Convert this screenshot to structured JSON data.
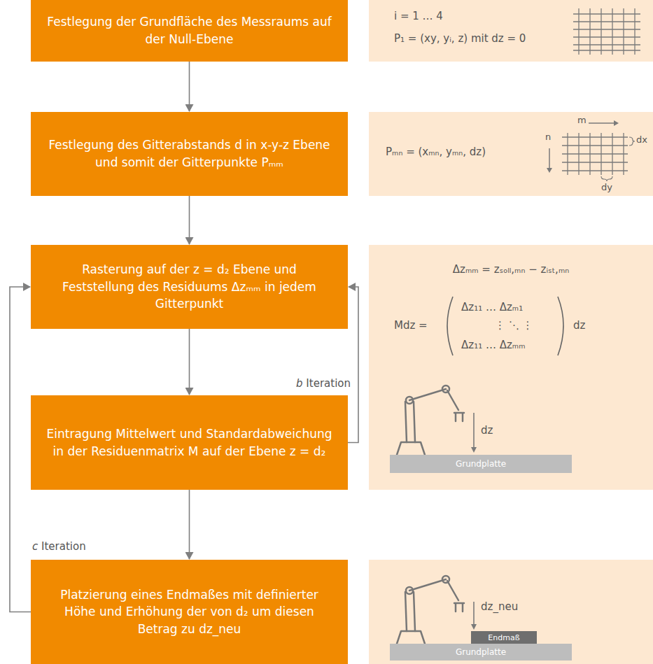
{
  "diagram": {
    "nodes": [
      {
        "text": [
          "Festlegung der Grundfläche des Messraums auf der Null-Ebene"
        ]
      },
      {
        "text": [
          "i = 1 … 4",
          "P₁ = (xy, yᵢ, z) mit dz = 0"
        ]
      },
      {
        "text": [
          "Festlegung des Gitterabstands d in x-y-z Ebene und somit der Gitterpunkte Pₘₘ"
        ]
      },
      {
        "text": [
          "Pₘₙ = (xₘₙ, yₘₙ, dz)",
          "m",
          "n",
          "dx",
          "dy"
        ]
      },
      {
        "text": [
          "Rasterung auf der z = d₂ Ebene und Feststellung des Residuums Δzₘₘ in jedem Gitterpunkt"
        ]
      },
      {
        "text": [
          "Δzₘₘ = zₛₒₗₗ,ₘₙ − zᵢₛₜ,ₘₙ",
          "Mdz =",
          "Δz₁₁ … Δzₘ₁",
          "⋮ ⋱ ⋮",
          "Δz₁₁ … Δzₘₘ",
          "dz",
          "dz"
        ]
      },
      {
        "text": [
          "Grundplatte"
        ],
        "in": 5
      },
      {
        "text": [
          "Eintragung Mittelwert und Standardabweichung in der Residuenmatrix M auf der Ebene z = d₂"
        ]
      },
      {
        "text": [
          "Platzierung eines Endmaßes mit definierter Höhe und Erhöhung der von d₂ um diesen Betrag zu dz_neu"
        ]
      },
      {
        "text": [
          "dz_neu"
        ]
      },
      {
        "text": [
          "Endmaß"
        ],
        "in": 9
      },
      {
        "text": [
          "Grundplatte"
        ],
        "in": 9
      }
    ],
    "edges": [
      {
        "from": 0,
        "to": 2,
        "arrow": "to"
      },
      {
        "from": 2,
        "to": 4,
        "arrow": "to"
      },
      {
        "from": 4,
        "to": 7,
        "arrow": "to"
      },
      {
        "from": 7,
        "to": 8,
        "arrow": "to"
      },
      {
        "from": 7,
        "to": 4,
        "label": "b Iteration",
        "arrow": "to"
      },
      {
        "from": 8,
        "to": 4,
        "label": "c Iteration",
        "arrow": "to"
      }
    ]
  }
}
